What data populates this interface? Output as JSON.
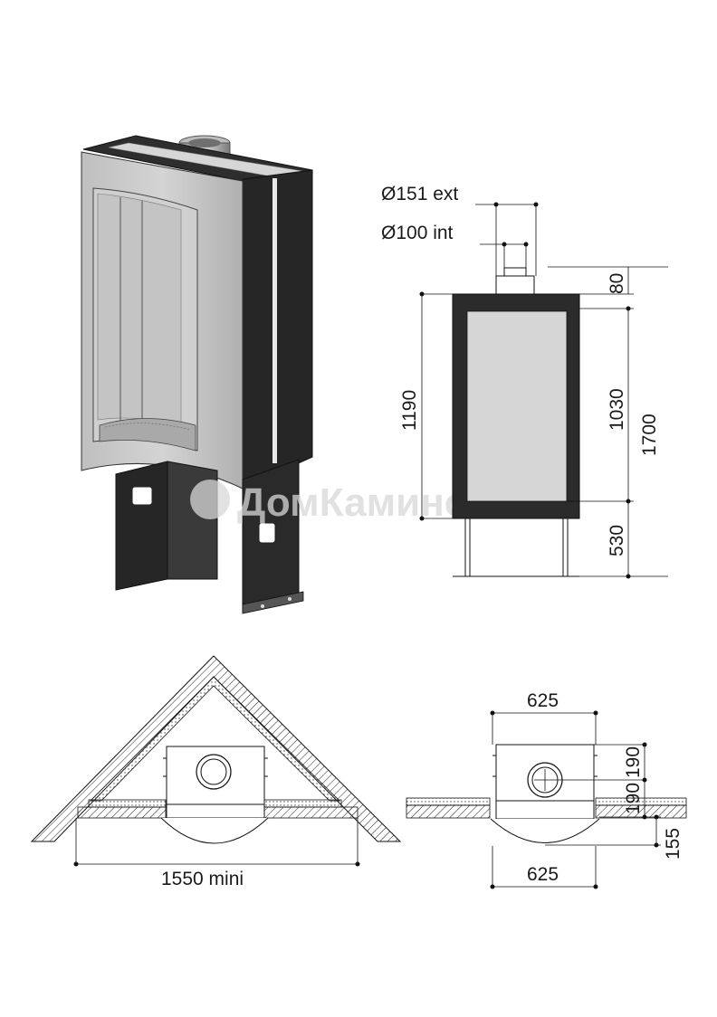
{
  "labels": {
    "flue_ext": "Ø151 ext",
    "flue_int": "Ø100 int",
    "dim_80": "80",
    "dim_1190": "1190",
    "dim_1030": "1030",
    "dim_1700": "1700",
    "dim_530": "530",
    "dim_1550": "1550 mini",
    "dim_625_top": "625",
    "dim_625_bottom": "625",
    "dim_190_a": "190",
    "dim_190_b": "190",
    "dim_155": "155"
  },
  "watermark": {
    "text": "ДомКаминов"
  },
  "colors": {
    "frame": "#2b2b2b",
    "door": "#c9c9c9",
    "glass": "#d6d6d6",
    "line": "#111111"
  }
}
